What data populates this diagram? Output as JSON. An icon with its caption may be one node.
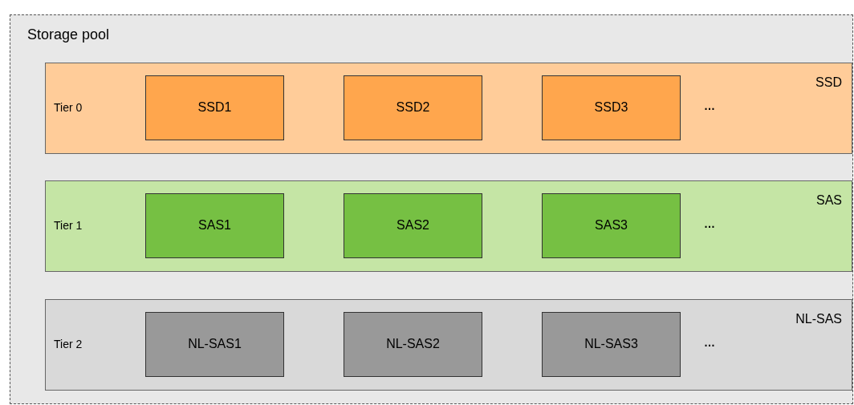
{
  "diagram": {
    "nodes": [
      {
        "text": [
          "Storage pool"
        ]
      },
      {
        "text": [
          "Tier 0",
          "SSD",
          "…"
        ],
        "in": 0
      },
      {
        "text": [
          "SSD1"
        ],
        "in": 1
      },
      {
        "text": [
          "SSD2"
        ],
        "in": 1
      },
      {
        "text": [
          "SSD3"
        ],
        "in": 1
      },
      {
        "text": [
          "Tier 1",
          "SAS",
          "…"
        ],
        "in": 0
      },
      {
        "text": [
          "SAS1"
        ],
        "in": 5
      },
      {
        "text": [
          "SAS2"
        ],
        "in": 5
      },
      {
        "text": [
          "SAS3"
        ],
        "in": 5
      },
      {
        "text": [
          "Tier 2",
          "NL-SAS",
          "…"
        ],
        "in": 0
      },
      {
        "text": [
          "NL-SAS1"
        ],
        "in": 9
      },
      {
        "text": [
          "NL-SAS2"
        ],
        "in": 9
      },
      {
        "text": [
          "NL-SAS3"
        ],
        "in": 9
      }
    ]
  }
}
